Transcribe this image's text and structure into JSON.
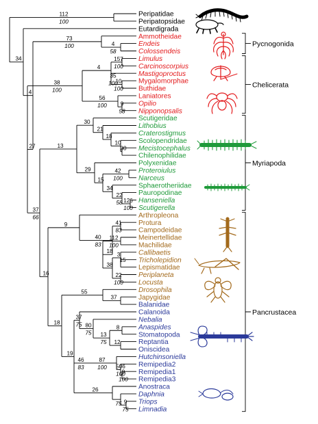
{
  "colors": {
    "onychophora": "#000000",
    "pycnogonida": "#e31a1c",
    "chelicerata": "#e31a1c",
    "myriapoda": "#1f9a3a",
    "hexapoda": "#a36a1c",
    "crustacea": "#2b3a9a"
  },
  "taxa": [
    {
      "name": "Peripatidae",
      "italic": false,
      "color": "onychophora"
    },
    {
      "name": "Peripatopsidae",
      "italic": false,
      "color": "onychophora"
    },
    {
      "name": "Eutardigrada",
      "italic": false,
      "color": "onychophora"
    },
    {
      "name": "Ammotheidae",
      "italic": false,
      "color": "pycnogonida"
    },
    {
      "name": "Endeis",
      "italic": true,
      "color": "pycnogonida"
    },
    {
      "name": "Colossendeis",
      "italic": true,
      "color": "pycnogonida"
    },
    {
      "name": "Limulus",
      "italic": true,
      "color": "chelicerata"
    },
    {
      "name": "Carcinoscorpius",
      "italic": true,
      "color": "chelicerata"
    },
    {
      "name": "Mastigoproctus",
      "italic": true,
      "color": "chelicerata"
    },
    {
      "name": "Mygalomorphae",
      "italic": false,
      "color": "chelicerata"
    },
    {
      "name": "Buthidae",
      "italic": false,
      "color": "chelicerata"
    },
    {
      "name": "Laniatores",
      "italic": false,
      "color": "chelicerata"
    },
    {
      "name": "Opilio",
      "italic": true,
      "color": "chelicerata"
    },
    {
      "name": "Nipponopsalis",
      "italic": true,
      "color": "chelicerata"
    },
    {
      "name": "Scutigeridae",
      "italic": false,
      "color": "myriapoda"
    },
    {
      "name": "Lithobius",
      "italic": true,
      "color": "myriapoda"
    },
    {
      "name": "Craterostigmus",
      "italic": true,
      "color": "myriapoda"
    },
    {
      "name": "Scolopendridae",
      "italic": false,
      "color": "myriapoda"
    },
    {
      "name": "Mecistocephalus",
      "italic": true,
      "color": "myriapoda"
    },
    {
      "name": "Chilenophilidae",
      "italic": false,
      "color": "myriapoda"
    },
    {
      "name": "Polyxenidae",
      "italic": false,
      "color": "myriapoda"
    },
    {
      "name": "Proteroiulus",
      "italic": true,
      "color": "myriapoda"
    },
    {
      "name": "Narceus",
      "italic": true,
      "color": "myriapoda"
    },
    {
      "name": "Sphaerotheriidae",
      "italic": false,
      "color": "myriapoda"
    },
    {
      "name": "Pauropodinae",
      "italic": false,
      "color": "myriapoda"
    },
    {
      "name": "Hanseniella",
      "italic": true,
      "color": "myriapoda"
    },
    {
      "name": "Scutigerella",
      "italic": true,
      "color": "myriapoda"
    },
    {
      "name": "Arthropleona",
      "italic": false,
      "color": "hexapoda"
    },
    {
      "name": "Protura",
      "italic": false,
      "color": "hexapoda"
    },
    {
      "name": "Campodeidae",
      "italic": false,
      "color": "hexapoda"
    },
    {
      "name": "Meinertellidae",
      "italic": false,
      "color": "hexapoda"
    },
    {
      "name": "Machilidae",
      "italic": false,
      "color": "hexapoda"
    },
    {
      "name": "Callibaetis",
      "italic": true,
      "color": "hexapoda"
    },
    {
      "name": "Tricholepidion",
      "italic": true,
      "color": "hexapoda"
    },
    {
      "name": "Lepismatidae",
      "italic": false,
      "color": "hexapoda"
    },
    {
      "name": "Periplaneta",
      "italic": true,
      "color": "hexapoda"
    },
    {
      "name": "Locusta",
      "italic": true,
      "color": "hexapoda"
    },
    {
      "name": "Drosophila",
      "italic": true,
      "color": "hexapoda"
    },
    {
      "name": "Japygidae",
      "italic": false,
      "color": "hexapoda"
    },
    {
      "name": "Balanidae",
      "italic": false,
      "color": "crustacea"
    },
    {
      "name": "Calanoida",
      "italic": false,
      "color": "crustacea"
    },
    {
      "name": "Nebalia",
      "italic": true,
      "color": "crustacea"
    },
    {
      "name": "Anaspides",
      "italic": true,
      "color": "crustacea"
    },
    {
      "name": "Stomatopoda",
      "italic": false,
      "color": "crustacea"
    },
    {
      "name": "Reptantia",
      "italic": false,
      "color": "crustacea"
    },
    {
      "name": "Oniscidea",
      "italic": false,
      "color": "crustacea"
    },
    {
      "name": "Hutchinsoniella",
      "italic": true,
      "color": "crustacea"
    },
    {
      "name": "Remipedia2",
      "italic": false,
      "color": "crustacea"
    },
    {
      "name": "Remipedia1",
      "italic": false,
      "color": "crustacea"
    },
    {
      "name": "Remipedia3",
      "italic": false,
      "color": "crustacea"
    },
    {
      "name": "Anostraca",
      "italic": false,
      "color": "crustacea"
    },
    {
      "name": "Daphnia",
      "italic": true,
      "color": "crustacea"
    },
    {
      "name": "Triops",
      "italic": true,
      "color": "crustacea"
    },
    {
      "name": "Limnadia",
      "italic": true,
      "color": "crustacea"
    }
  ],
  "support_values": [
    {
      "top": "112",
      "bottom": "100"
    },
    {
      "top": "73",
      "bottom": "100"
    },
    {
      "top": "4",
      "bottom": "58"
    },
    {
      "top": "157",
      "bottom": "100"
    },
    {
      "top": "4",
      "bottom": ""
    },
    {
      "top": "35",
      "bottom": "100"
    },
    {
      "top": "10",
      "bottom": "100"
    },
    {
      "top": "38",
      "bottom": "100"
    },
    {
      "top": "56",
      "bottom": "100"
    },
    {
      "top": "9",
      "bottom": "58"
    },
    {
      "top": "34",
      "bottom": ""
    },
    {
      "top": "4",
      "bottom": ""
    },
    {
      "top": "30",
      "bottom": ""
    },
    {
      "top": "21",
      "bottom": ""
    },
    {
      "top": "18",
      "bottom": ""
    },
    {
      "top": "10",
      "bottom": ""
    },
    {
      "top": "30",
      "bottom": ""
    },
    {
      "top": "13",
      "bottom": ""
    },
    {
      "top": "42",
      "bottom": "100"
    },
    {
      "top": "29",
      "bottom": ""
    },
    {
      "top": "15",
      "bottom": ""
    },
    {
      "top": "34",
      "bottom": ""
    },
    {
      "top": "22",
      "bottom": "58"
    },
    {
      "top": "126",
      "bottom": "100"
    },
    {
      "top": "27",
      "bottom": ""
    },
    {
      "top": "40",
      "bottom": "83"
    },
    {
      "top": "41",
      "bottom": "83"
    },
    {
      "top": "9",
      "bottom": ""
    },
    {
      "top": "112",
      "bottom": "100"
    },
    {
      "top": "38",
      "bottom": ""
    },
    {
      "top": "3",
      "bottom": ""
    },
    {
      "top": "15",
      "bottom": ""
    },
    {
      "top": "18",
      "bottom": ""
    },
    {
      "top": "22",
      "bottom": "100"
    },
    {
      "top": "37",
      "bottom": "66"
    },
    {
      "top": "55",
      "bottom": ""
    },
    {
      "top": "37",
      "bottom": ""
    },
    {
      "top": "16",
      "bottom": ""
    },
    {
      "top": "37",
      "bottom": "75"
    },
    {
      "top": "80",
      "bottom": "75"
    },
    {
      "top": "8",
      "bottom": ""
    },
    {
      "top": "13",
      "bottom": "75"
    },
    {
      "top": "12",
      "bottom": ""
    },
    {
      "top": "18",
      "bottom": ""
    },
    {
      "top": "87",
      "bottom": "100"
    },
    {
      "top": "506",
      "bottom": "100"
    },
    {
      "top": "9",
      "bottom": "100"
    },
    {
      "top": "19",
      "bottom": ""
    },
    {
      "top": "46",
      "bottom": "83"
    },
    {
      "top": "26",
      "bottom": ""
    },
    {
      "top": "9",
      "bottom": "75"
    },
    {
      "top": "",
      "bottom": "75"
    }
  ],
  "groups": [
    {
      "label": "Pycnogonida"
    },
    {
      "label": "Chelicerata"
    },
    {
      "label": "Myriapoda"
    },
    {
      "label": "Pancrustacea"
    }
  ],
  "illustrations": [
    {
      "icon": "velvet-worm-icon",
      "color": "onychophora"
    },
    {
      "icon": "tardigrade-icon",
      "color": "onychophora"
    },
    {
      "icon": "sea-spider-icon",
      "color": "pycnogonida"
    },
    {
      "icon": "horseshoe-crab-icon",
      "color": "chelicerata"
    },
    {
      "icon": "spider-icon",
      "color": "chelicerata"
    },
    {
      "icon": "centipede-icon",
      "color": "myriapoda"
    },
    {
      "icon": "millipede-icon",
      "color": "myriapoda"
    },
    {
      "icon": "bristletail-icon",
      "color": "hexapoda"
    },
    {
      "icon": "grasshopper-icon",
      "color": "hexapoda"
    },
    {
      "icon": "fly-icon",
      "color": "hexapoda"
    },
    {
      "icon": "lobster-icon",
      "color": "crustacea"
    },
    {
      "icon": "water-flea-icon",
      "color": "crustacea"
    }
  ]
}
